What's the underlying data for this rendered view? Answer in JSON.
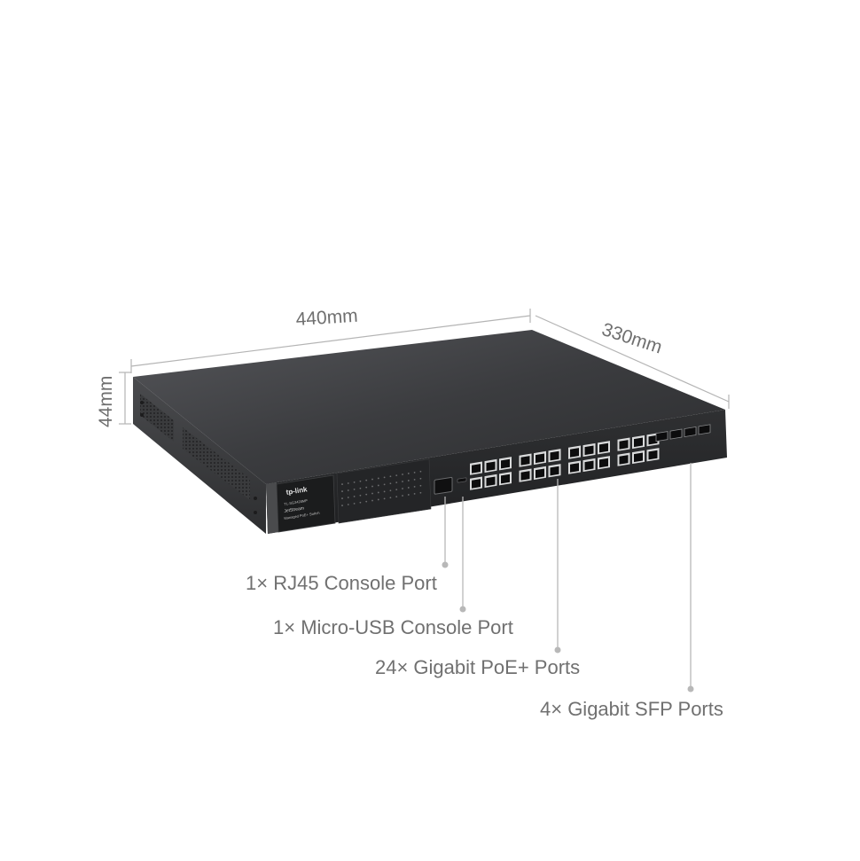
{
  "dimensions": {
    "width": "440mm",
    "depth": "330mm",
    "height": "44mm"
  },
  "device": {
    "brand": "tp-link",
    "model": "TL-SG3428MP",
    "series": "JetStream",
    "description": "Managed PoE+ Switch",
    "port_count": 24,
    "sfp_count": 4
  },
  "callouts": {
    "rj45": "1× RJ45 Console Port",
    "usb": "1× Micro-USB Console Port",
    "poe": "24× Gigabit PoE+ Ports",
    "sfp": "4× Gigabit SFP Ports"
  },
  "colors": {
    "chassis_top": "#3c3d3f",
    "chassis_front": "#2a2b2d",
    "label_text": "#707070",
    "dimension_line": "#b4b4b4"
  }
}
